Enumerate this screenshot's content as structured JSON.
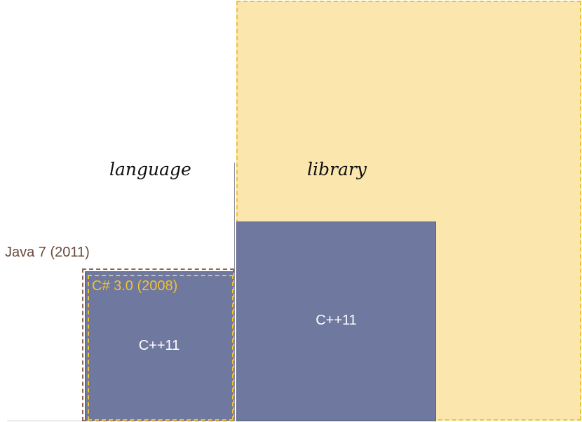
{
  "titles": {
    "language": "language",
    "library": "library"
  },
  "language": {
    "java_label": "Java 7 (2011)",
    "csharp_label": "C# 3.0 (2008)",
    "cpp_label": "C++11"
  },
  "library": {
    "cpp_label": "C++11"
  },
  "colors": {
    "cpp_fill": "#6f789e",
    "csharp_fill": "#fbe7ae",
    "csharp_border": "#f0c233",
    "java_border": "#8a6555"
  }
}
